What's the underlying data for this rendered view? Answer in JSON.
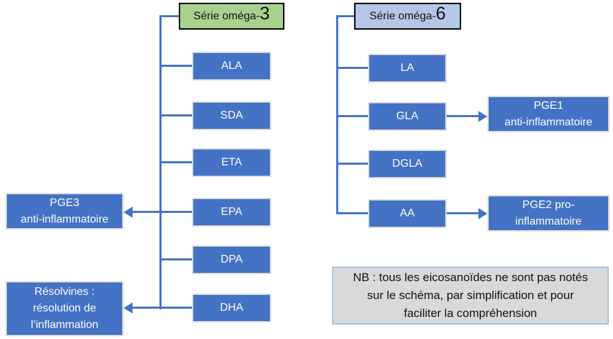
{
  "diagram": {
    "colors": {
      "accent_blue": "#4472C4",
      "omega3_header_bg": "#A9D18E",
      "omega6_header_bg": "#B4C7E7",
      "node_text": "#FFFFFF",
      "note_bg": "#D9D9D9",
      "note_border": "#A4C2E0",
      "header_border": "#000000"
    },
    "omega3": {
      "header": {
        "prefix": "Série oméga-",
        "number": "3"
      },
      "items": [
        "ALA",
        "SDA",
        "ETA",
        "EPA",
        "DPA",
        "DHA"
      ],
      "products": {
        "pge3": {
          "lines": [
            "PGE3",
            "anti-inflammatoire"
          ],
          "from": "EPA"
        },
        "resolvines": {
          "lines": [
            "Résolvines :",
            "résolution de",
            "l’inflammation"
          ],
          "from": "DHA"
        }
      }
    },
    "omega6": {
      "header": {
        "prefix": "Série oméga-",
        "number": "6"
      },
      "items": [
        "LA",
        "GLA",
        "DGLA",
        "AA"
      ],
      "products": {
        "pge1": {
          "lines": [
            "PGE1",
            "anti-inflammatoire"
          ],
          "from": "GLA"
        },
        "pge2": {
          "lines": [
            "PGE2 pro-",
            "inflammatoire"
          ],
          "from": "AA"
        }
      }
    },
    "note": {
      "lines": [
        "NB : tous les eicosanoïdes ne sont pas notés",
        "sur le schéma, par simplification et pour",
        "faciliter la compréhension"
      ]
    }
  }
}
